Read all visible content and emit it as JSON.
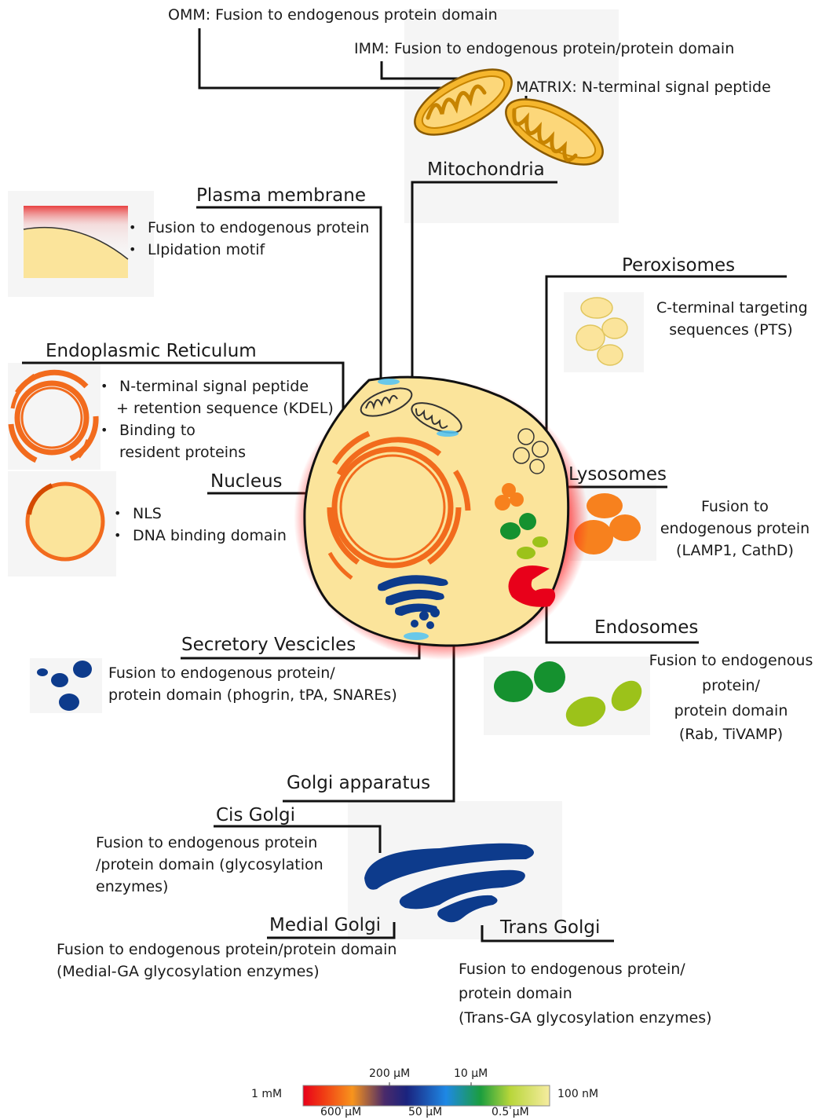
{
  "mitochondria": {
    "heading": "Mitochondria",
    "omm": "OMM: Fusion to endogenous protein domain",
    "imm": "IMM: Fusion to endogenous protein/protein domain",
    "matrix": "MATRIX: N-terminal signal peptide"
  },
  "plasma_membrane": {
    "heading": "Plasma membrane",
    "items": [
      "Fusion to endogenous protein",
      "LIpidation motif"
    ]
  },
  "peroxisomes": {
    "heading": "Peroxisomes",
    "line1": "C-terminal targeting",
    "line2": "sequences (PTS)"
  },
  "er": {
    "heading": "Endoplasmic Reticulum",
    "item1": "N-terminal signal peptide",
    "item1b": "+ retention sequence (KDEL)",
    "item2": "Binding to",
    "item2b": "resident proteins"
  },
  "nucleus": {
    "heading": "Nucleus",
    "items": [
      "NLS",
      "DNA binding domain"
    ]
  },
  "lysosomes": {
    "heading": "Lysosomes",
    "line1": "Fusion to",
    "line2": "endogenous protein",
    "line3": "(LAMP1, CathD)"
  },
  "endosomes": {
    "heading": "Endosomes",
    "line1": "Fusion to endogenous",
    "line2": "protein/",
    "line3": "protein domain",
    "line4": "(Rab, TiVAMP)"
  },
  "secretory": {
    "heading": "Secretory Vescicles",
    "line1": "Fusion to endogenous protein/",
    "line2": "protein domain (phogrin, tPA, SNAREs)"
  },
  "golgi": {
    "heading": "Golgi apparatus",
    "cis_heading": "Cis Golgi",
    "cis_text": "Fusion to endogenous protein\n/protein domain (glycosylation\nenzymes)",
    "medial_heading": "Medial Golgi",
    "medial_text": "Fusion to endogenous protein/protein domain\n(Medial-GA glycosylation enzymes)",
    "trans_heading": "Trans Golgi",
    "trans_text": "Fusion to endogenous protein/\nprotein domain\n(Trans-GA glycosylation enzymes)"
  },
  "scale": {
    "left": "1 mM",
    "right": "100 nM",
    "top": [
      "200 µM",
      "10 µM"
    ],
    "bottom": [
      "600 µM",
      "50 µM",
      "0.5 µM"
    ],
    "colors": [
      "#e8001a",
      "#f7941d",
      "#1a237e",
      "#1e88e5",
      "#1b9e3e",
      "#f6eca0"
    ]
  },
  "colors": {
    "cytoplasm": "#fbe49b",
    "er": "#f26b1d",
    "golgi": "#0d3b8c",
    "mito": "#f5b62d",
    "peroxisome": "#fbe49b",
    "lysosome": "#f7811e",
    "endosome_early": "#15912f",
    "endosome_late": "#9cc21a",
    "membrane_glow": "#ff1a1a"
  }
}
